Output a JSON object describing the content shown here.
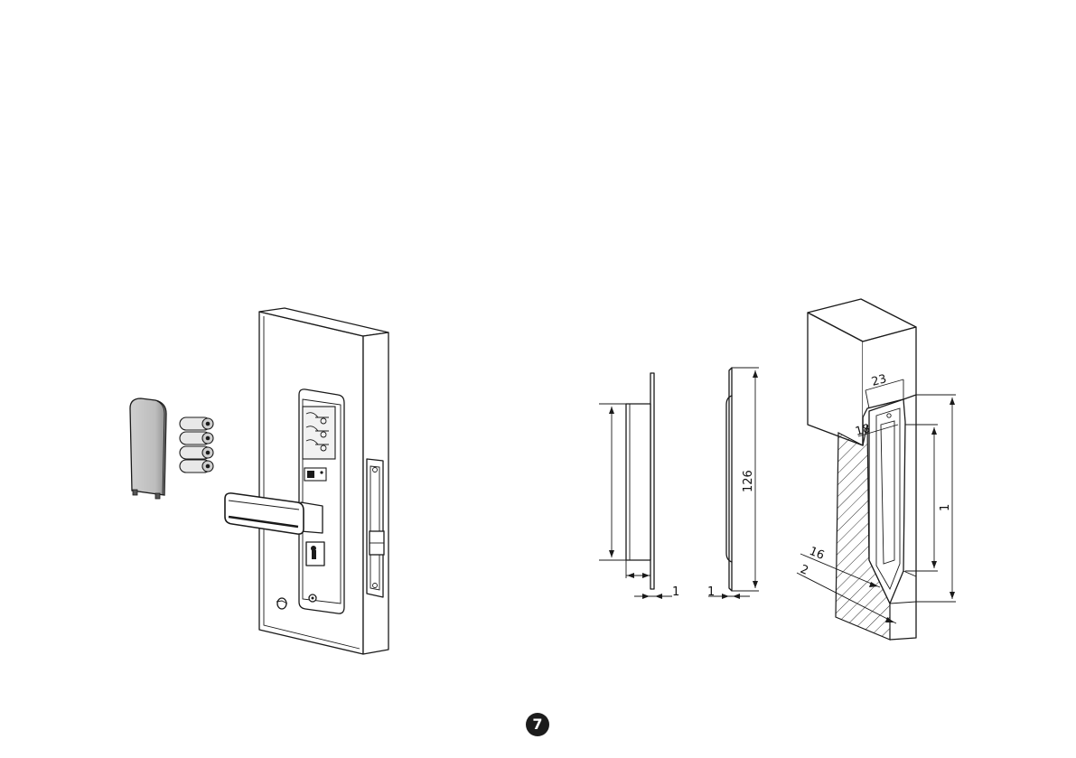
{
  "page_number": "7",
  "dimensions": {
    "panel_depth": "1",
    "strike_depth": "1",
    "strike_length": "126",
    "mortise_width": "23",
    "mortise_inner": "18",
    "mortise_length": "1",
    "mortise_depth": "16",
    "mortise_recess": "2"
  }
}
